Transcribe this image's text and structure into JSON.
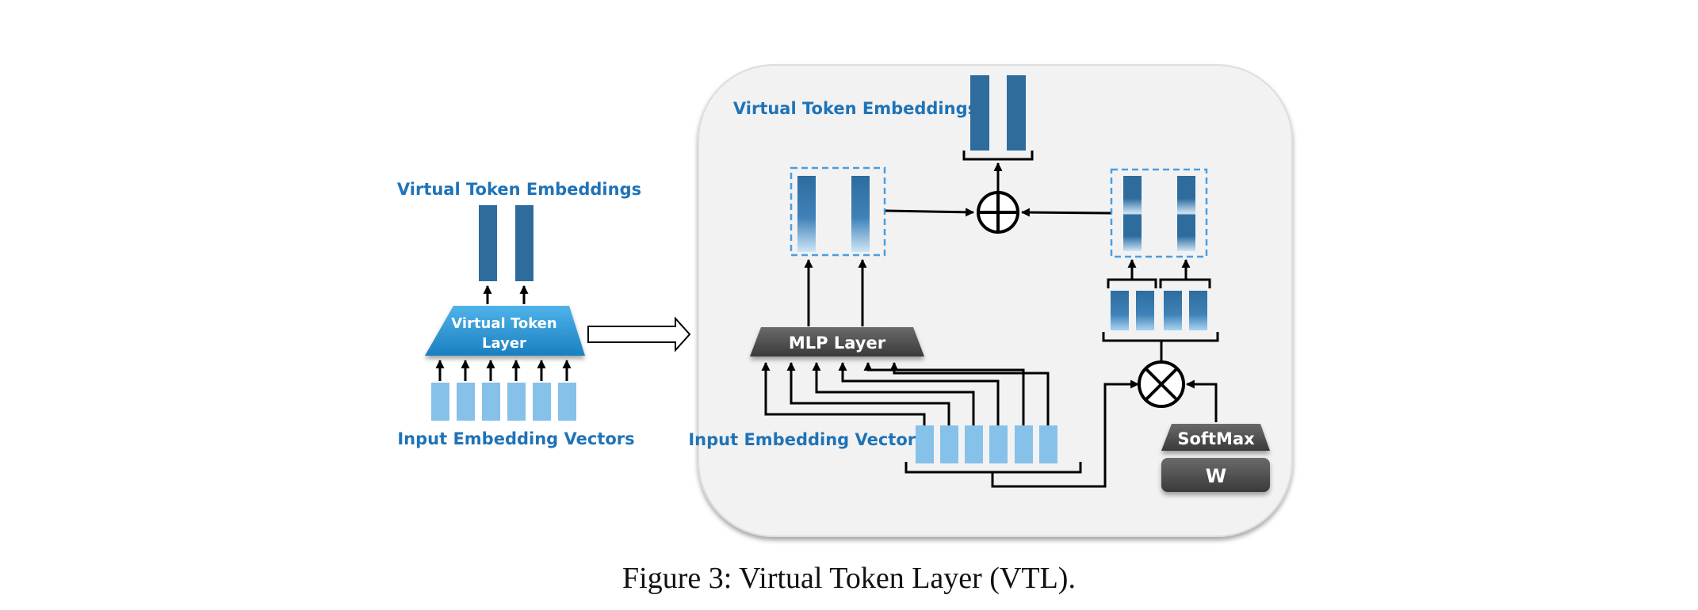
{
  "left": {
    "output_label": "Virtual Token Embeddings",
    "layer_label_line1": "Virtual Token",
    "layer_label_line2": "Layer",
    "input_label": "Input Embedding Vectors"
  },
  "right": {
    "output_label": "Virtual Token Embeddings",
    "mlp_label": "MLP Layer",
    "softmax_label": "SoftMax",
    "w_label": "W",
    "input_label": "Input Embedding Vectors"
  },
  "caption": "Figure 3: Virtual Token Layer (VTL).",
  "colors": {
    "dark_blue": "#2e6c9e",
    "light_blue": "#86c1ea",
    "label_blue": "#1f73b7",
    "panel_bg": "#f2f2f2",
    "dark_gray": "#4a4a4a"
  }
}
